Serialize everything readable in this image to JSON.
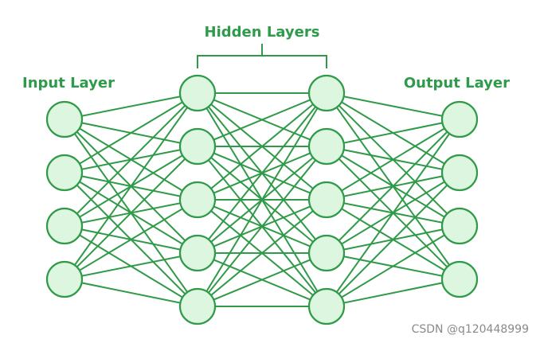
{
  "labels": {
    "input_layer": "Input Layer",
    "hidden_layers": "Hidden Layers",
    "output_layer": "Output Layer"
  },
  "watermark": "CSDN @q120448999",
  "network": {
    "layer_sizes": [
      4,
      5,
      5,
      4
    ],
    "fully_connected": true
  },
  "colors": {
    "stroke": "#2f9a48",
    "node_fill": "#ddf6df",
    "label": "#2e9a4a",
    "watermark": "#8a8a8a"
  }
}
